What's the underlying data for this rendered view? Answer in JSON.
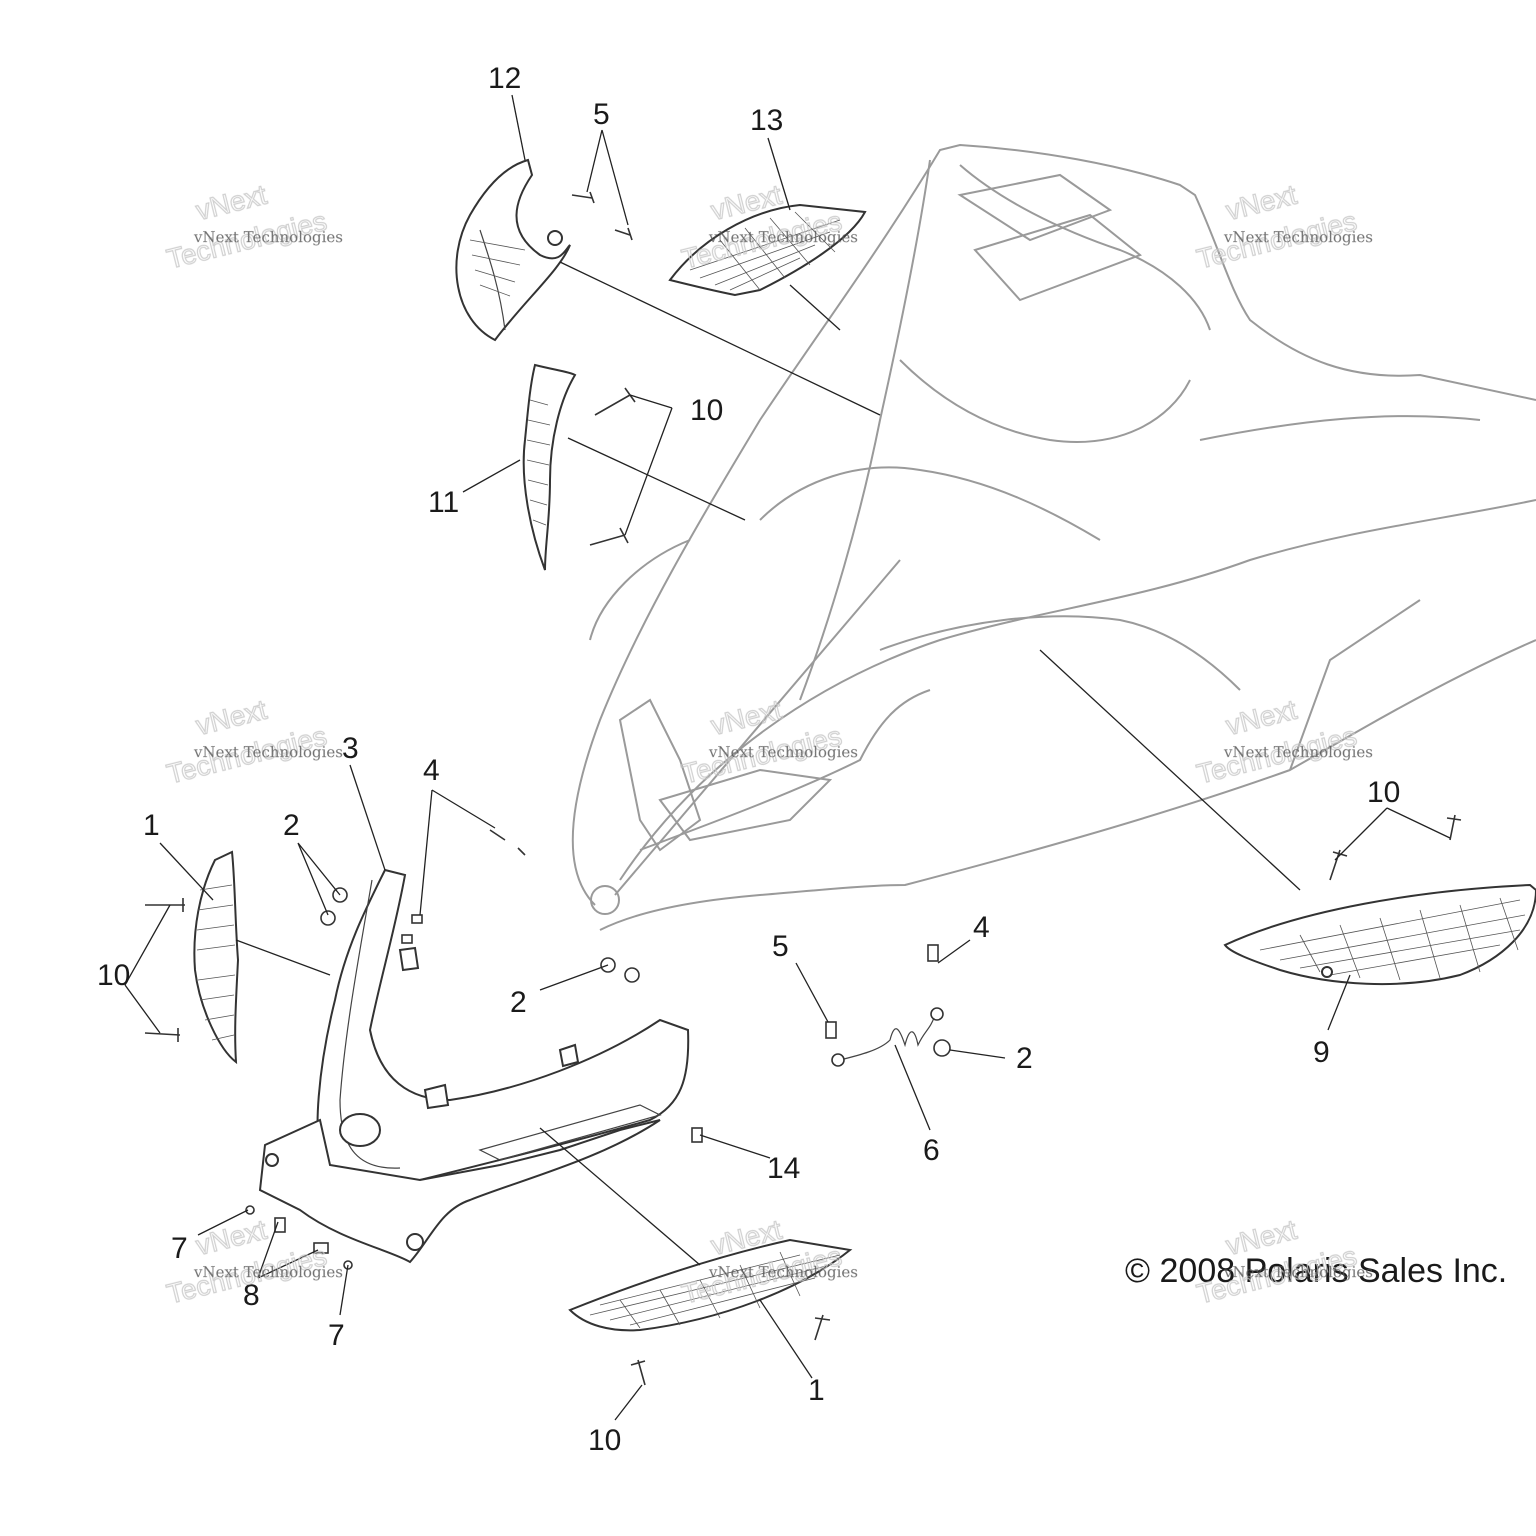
{
  "diagram": {
    "callouts": [
      {
        "id": "c12",
        "label": "12"
      },
      {
        "id": "c5a",
        "label": "5"
      },
      {
        "id": "c13",
        "label": "13"
      },
      {
        "id": "c10a",
        "label": "10"
      },
      {
        "id": "c11",
        "label": "11"
      },
      {
        "id": "c3",
        "label": "3"
      },
      {
        "id": "c4a",
        "label": "4"
      },
      {
        "id": "c1a",
        "label": "1"
      },
      {
        "id": "c2a",
        "label": "2"
      },
      {
        "id": "c10b",
        "label": "10"
      },
      {
        "id": "c2b",
        "label": "2"
      },
      {
        "id": "c5b",
        "label": "5"
      },
      {
        "id": "c4b",
        "label": "4"
      },
      {
        "id": "c2c",
        "label": "2"
      },
      {
        "id": "c6",
        "label": "6"
      },
      {
        "id": "c10c",
        "label": "10"
      },
      {
        "id": "c9",
        "label": "9"
      },
      {
        "id": "c14",
        "label": "14"
      },
      {
        "id": "c7a",
        "label": "7"
      },
      {
        "id": "c8",
        "label": "8"
      },
      {
        "id": "c7b",
        "label": "7"
      },
      {
        "id": "c1b",
        "label": "1"
      },
      {
        "id": "c10d",
        "label": "10"
      }
    ],
    "copyright": "© 2008 Polaris Sales Inc.",
    "watermark": {
      "line1": "vNext",
      "line2": "Technologies",
      "small": "vNext Technologies"
    }
  }
}
